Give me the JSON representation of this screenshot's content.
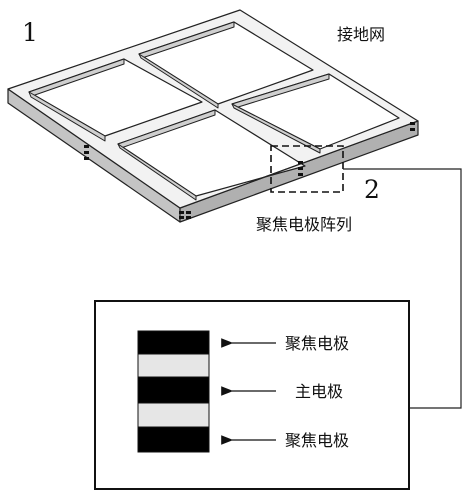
{
  "labels": {
    "figure_number_1": "1",
    "grounding_grid": "接地网",
    "figure_number_2": "2",
    "focusing_electrode_array": "聚焦电极阵列"
  },
  "detail": {
    "top_electrode": "聚焦电极",
    "main_electrode": "主电极",
    "bottom_electrode": "聚焦电极"
  },
  "colors": {
    "frame_top": "#f2f2f2",
    "frame_side": "#c4c4c4",
    "line": "#222222",
    "electrode_dark": "#000000",
    "electrode_light": "#e6e6e6"
  }
}
